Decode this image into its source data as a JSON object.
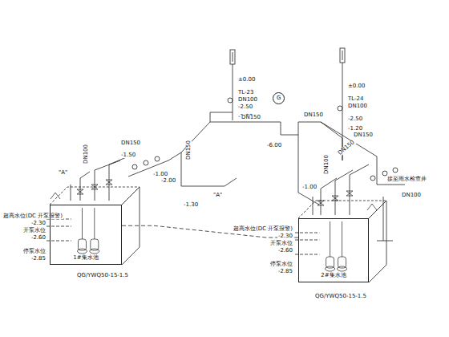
{
  "diagram": {
    "nodes": [
      {
        "text": [
          "1#集水池"
        ]
      },
      {
        "text": [
          "2#集水池"
        ]
      },
      {
        "text": [
          "G"
        ]
      }
    ],
    "edges": [
      {
        "from": 0,
        "to": 1,
        "arrow": "none"
      }
    ],
    "labels": [
      "TL-23",
      "DN100",
      "±0.00",
      "-2.50",
      "-1.20",
      "TL-24",
      "DN100",
      "±0.00",
      "-2.50",
      "-1.20",
      "DN150",
      "DN150",
      "DN150",
      "DN150",
      "-6.00",
      "-1.00",
      "-2.00",
      "-1.50",
      "\"A\"",
      "\"A\"",
      "DN100",
      "接至雨水检查井",
      "-1.30",
      "-1.00",
      "超高水位(DC 开泵报警)",
      "-2.30",
      "开泵水位",
      "-2.60",
      "停泵水位",
      "-2.85",
      "QG/YWQ50-15-1.5",
      "超高水位(DC 开泵报警)",
      "-2.30",
      "开泵水位",
      "-2.60",
      "停泵水位",
      "-2.85",
      "QG/YWQ50-15-1.5",
      "DN100",
      "DN100",
      "DN150",
      "DN150"
    ]
  }
}
